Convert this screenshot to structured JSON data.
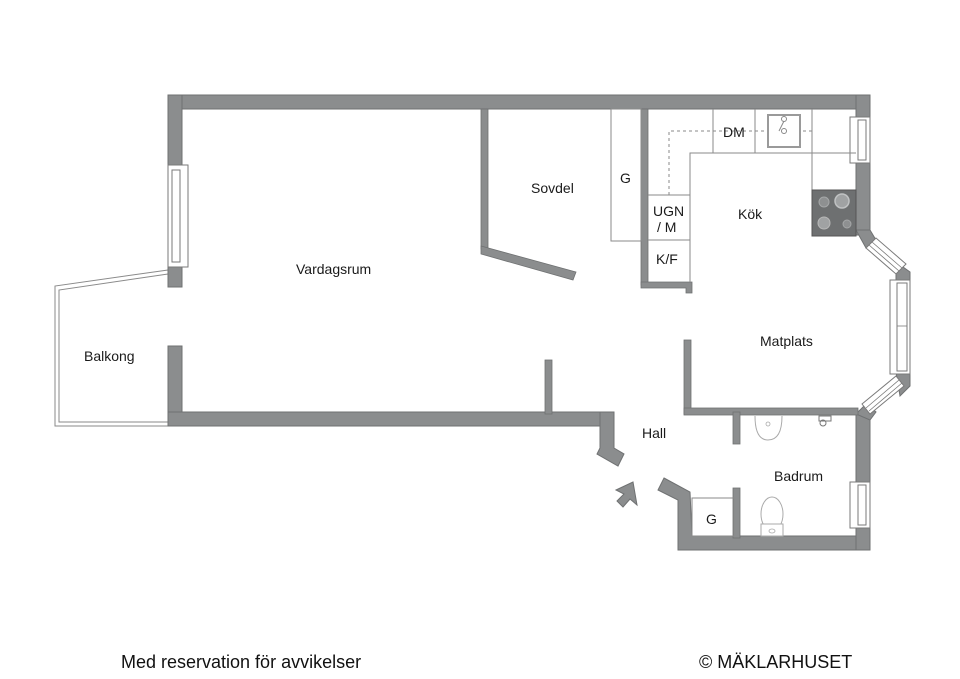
{
  "floorplan": {
    "rooms": {
      "vardagsrum": "Vardagsrum",
      "balkong": "Balkong",
      "sovdel": "Sovdel",
      "kok": "Kök",
      "matplats": "Matplats",
      "hall": "Hall",
      "badrum": "Badrum"
    },
    "fixtures": {
      "wardrobe_sovdel": "G",
      "dishwasher": "DM",
      "oven_microwave_line1": "UGN",
      "oven_microwave_line2": "/ M",
      "fridge_freezer": "K/F",
      "wardrobe_hall": "G"
    },
    "colors": {
      "wall": "#8b8d8e",
      "stove": "#6e7071",
      "background": "#ffffff"
    }
  },
  "footer": {
    "disclaimer": "Med reservation för avvikelser",
    "copyright": "© MÄKLARHUSET"
  }
}
